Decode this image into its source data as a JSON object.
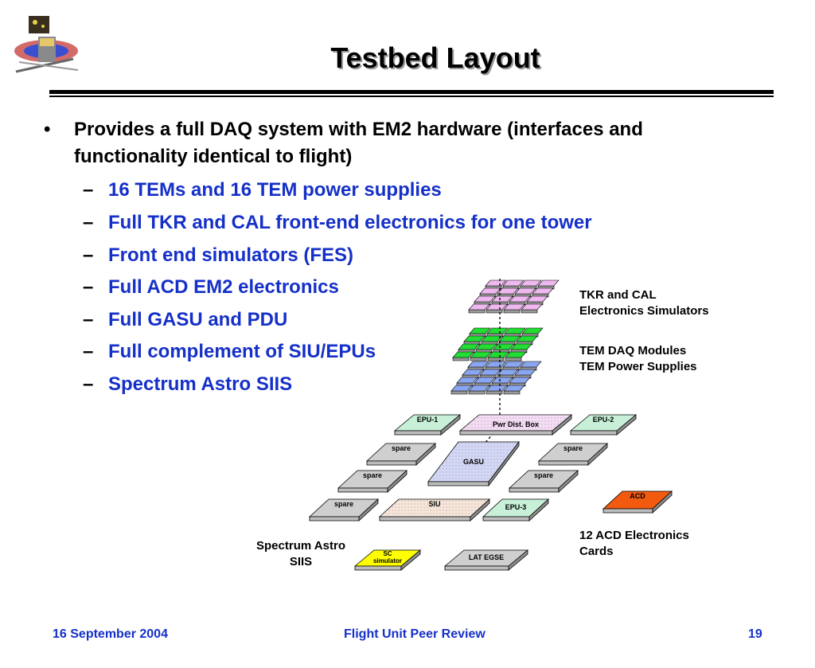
{
  "slide": {
    "title": "Testbed Layout",
    "bullet": "Provides a full DAQ system with EM2 hardware (interfaces and functionality identical to flight)",
    "bullet_marker": "•",
    "sub_marker": "–",
    "sub_items": [
      "16 TEMs and 16 TEM power supplies",
      "Full TKR and CAL front-end electronics for one tower",
      "Front end simulators (FES)",
      "Full ACD EM2 electronics",
      "Full GASU and PDU",
      "Full complement of SIU/EPUs",
      "Spectrum Astro SIIS"
    ]
  },
  "diagram": {
    "labels": {
      "tkr_cal_line1": "TKR and CAL",
      "tkr_cal_line2": "Electronics Simulators",
      "tem_line1": "TEM DAQ Modules",
      "tem_line2": "TEM Power Supplies",
      "acd_line1": "12 ACD Electronics",
      "acd_line2": "Cards",
      "siis_line1": "Spectrum Astro",
      "siis_line2": "SIIS"
    },
    "boxes": {
      "epu1": "EPU-1",
      "pdu": "Pwr Dist.  Box",
      "epu2": "EPU-2",
      "spare_a": "spare",
      "gasu": "GASU",
      "spare_b": "spare",
      "spare_c": "spare",
      "spare_d": "spare",
      "spare_e": "spare",
      "siu": "SIU",
      "epu3": "EPU-3",
      "acd": "ACD",
      "sc_sim_line1": "SC",
      "sc_sim_line2": "simulator",
      "lat_egse": "LAT EGSE"
    },
    "colors": {
      "tkr_layer": "#f0b8f0",
      "tem_layer": "#22dd33",
      "psu_layer": "#8aa6f0",
      "epu": "#c8f0d8",
      "pdu": "#f6ddf6",
      "gasu": "#d4d8f8",
      "siu": "#f8e6da",
      "acd": "#f25a10",
      "sc_sim": "#ffff00",
      "grey": "#cfcfcf"
    }
  },
  "footer": {
    "date": "16 September 2004",
    "center": "Flight Unit Peer Review",
    "page": "19"
  }
}
